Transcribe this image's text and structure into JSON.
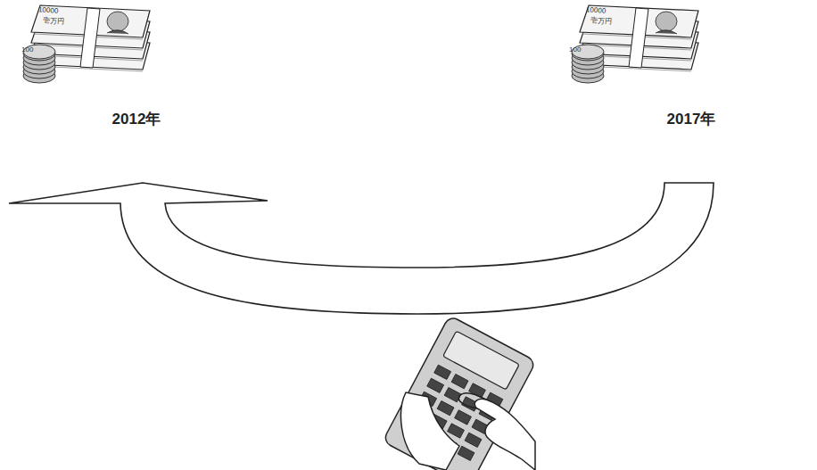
{
  "diagram": {
    "nodes": [
      {
        "text": [
          "2012年"
        ]
      },
      {
        "text": [
          "2017年"
        ]
      }
    ],
    "edges": [
      {
        "from": 1,
        "to": 0,
        "arrow": "to"
      }
    ],
    "labels": [
      "10000",
      "壱万円",
      "100",
      "10000",
      "壱万円",
      "100"
    ]
  }
}
